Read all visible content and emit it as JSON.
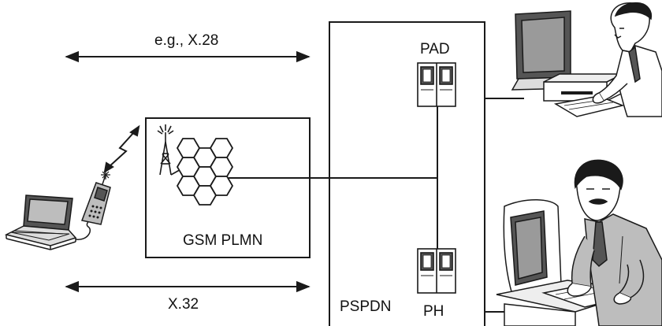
{
  "labels": {
    "top_link": "e.g., X.28",
    "bottom_link": "X.32",
    "gsm_network": "GSM PLMN",
    "pad": "PAD",
    "packet_network": "PSPDN",
    "packet_handler": "PH"
  },
  "colors": {
    "line": "#1a1a1a",
    "fill_gray": "#bdbdbd",
    "fill_dark": "#555555"
  },
  "icons": [
    "laptop-icon",
    "mobile-phone-icon",
    "radio-tower-icon",
    "cell-network-icon",
    "pad-server-icon",
    "ph-server-icon",
    "workstation-user-icon",
    "terminal-user-icon"
  ]
}
